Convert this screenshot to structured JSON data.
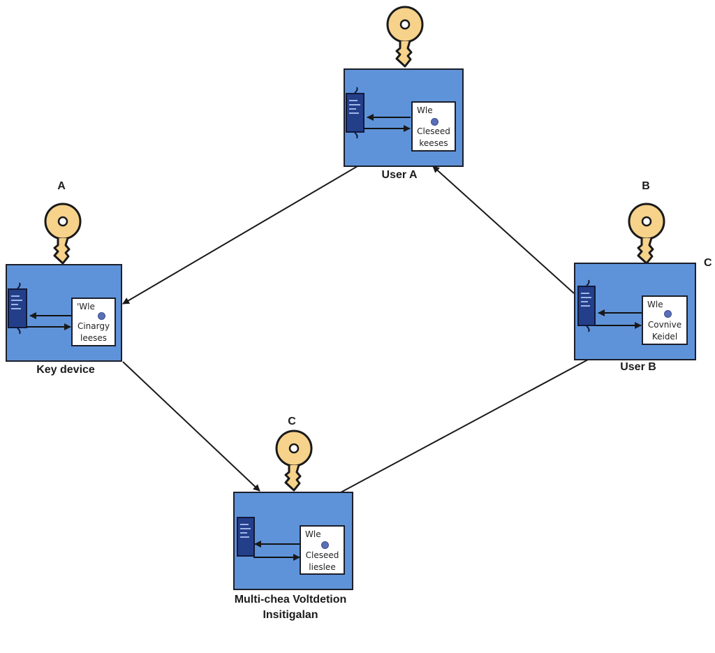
{
  "nodes": {
    "user_a": {
      "label": "User A",
      "card": [
        "Wle",
        "Cleseed",
        "keeses"
      ]
    },
    "key_device": {
      "label": "Key device",
      "letter": "A",
      "card": [
        "'Wle",
        "Cinargy",
        "leeses"
      ]
    },
    "user_b": {
      "label": "User B",
      "letter": "B",
      "side_letter": "C",
      "card": [
        "Wle",
        "Covnive",
        "Keidel"
      ]
    },
    "multi": {
      "label_line1": "Multi-chea Voltdetion",
      "label_line2": "Insitigalan",
      "letter": "C",
      "card": [
        "Wle",
        "Cleseed",
        "lieslee"
      ]
    }
  },
  "colors": {
    "node_fill": "#5f93d9",
    "server_fill": "#243f8a",
    "key_fill": "#f6d28a",
    "key_stroke": "#1a1a1a",
    "line": "#1a1a1a"
  },
  "icons": {
    "key": "key-icon",
    "server": "server-icon"
  }
}
